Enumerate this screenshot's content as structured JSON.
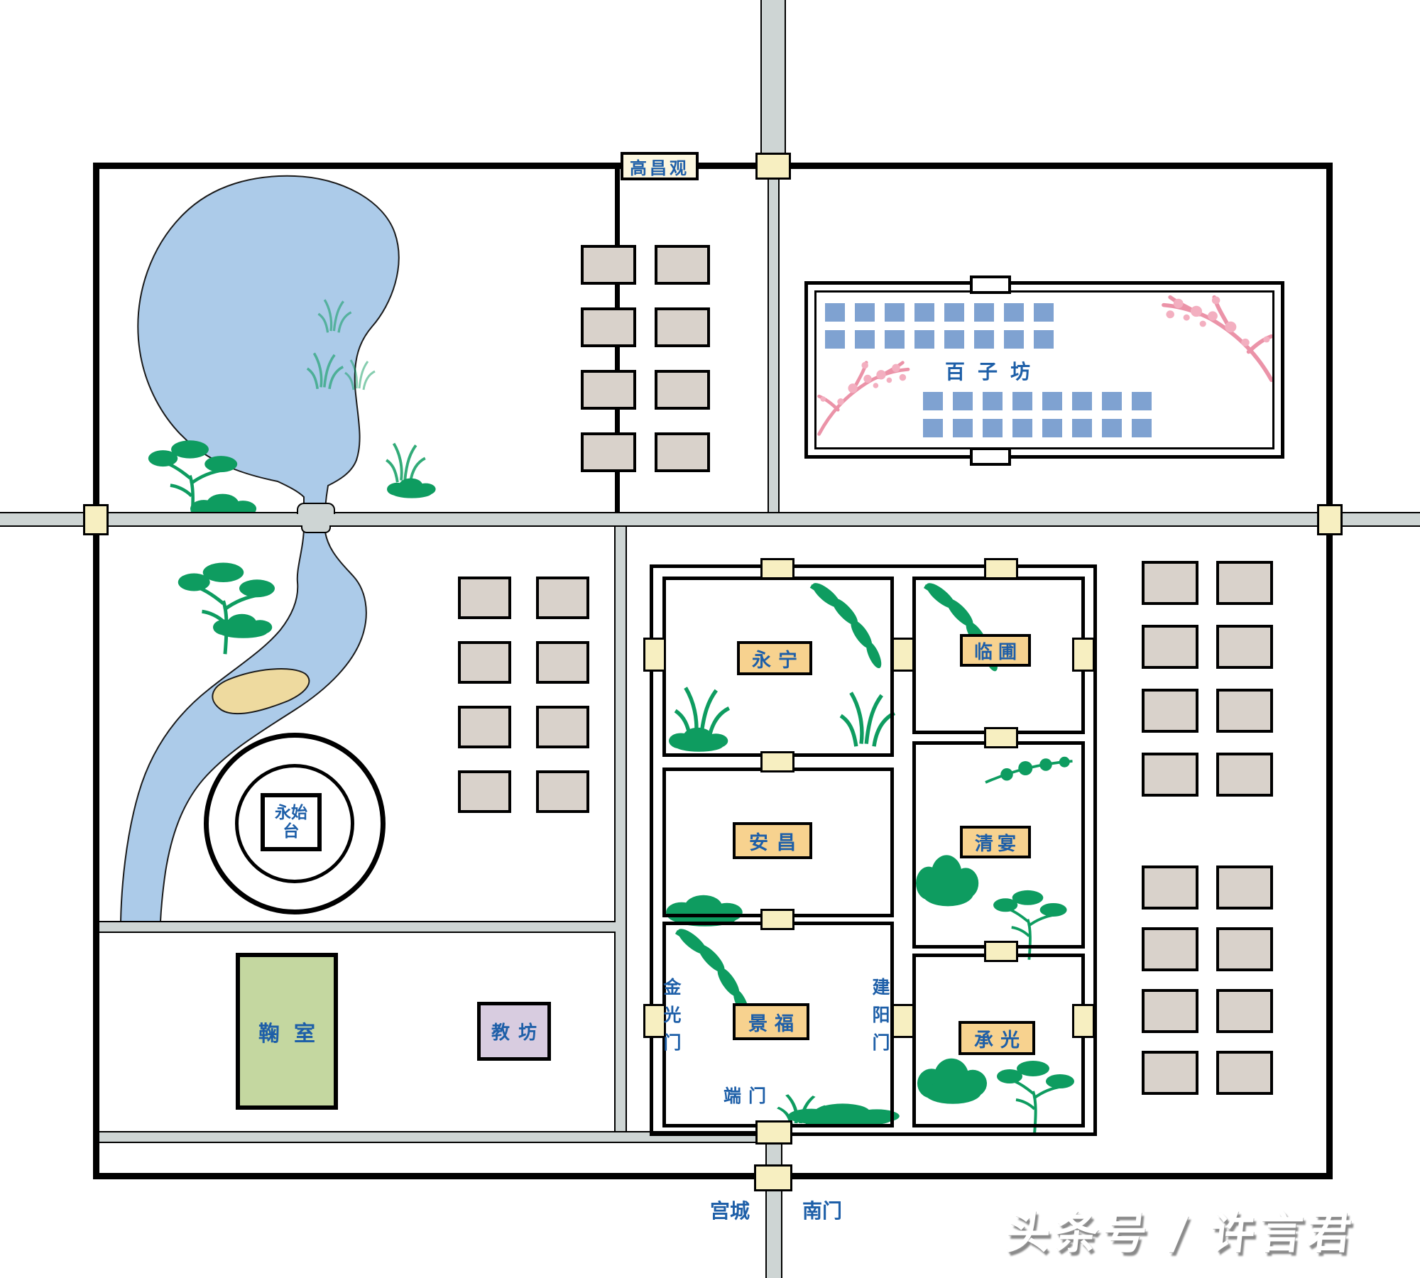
{
  "colors": {
    "road": "#ced5d4",
    "wall": "#000000",
    "gate_fill": "#f7efc1",
    "label_box": "#f7d28f",
    "text_blue": "#1e5fa8",
    "building_gray": "#d9d2cb",
    "building_blue": "#7fa2d1",
    "lake_blue": "#accbe9",
    "island_tan": "#eeda9f",
    "jushi_green": "#c4d7a0",
    "jiaofang_purple": "#d8cce0",
    "plant_green": "#0e9c60",
    "plum_pink": "#f3afc0",
    "plum_deep": "#eb93a8",
    "watermark_gray": "#8a8a8a"
  },
  "outer": {
    "north_wall_label": "高昌观",
    "south_gate_label_left": "宫城",
    "south_gate_label_right": "南门"
  },
  "baizifang": {
    "label": "百子坊"
  },
  "yongshitai": {
    "line1": "永始",
    "line2": "台"
  },
  "courtyards": {
    "yongning": "永宁",
    "linpu": "临圃",
    "anchang": "安昌",
    "qingyan": "清宴",
    "jingfu": "景福",
    "chengguang": "承光"
  },
  "gate_labels": {
    "jinguangmen": "金光门",
    "jianyangmen": "建阳门",
    "duanmen": "端门"
  },
  "buildings": {
    "jushi": "鞠室",
    "jiaofang": "教坊"
  },
  "grids": {
    "north_gray": {
      "rows": 4,
      "cols": 2
    },
    "west_gray": {
      "rows": 4,
      "cols": 2
    },
    "east_gray_top": {
      "rows": 4,
      "cols": 2
    },
    "east_gray_bottom": {
      "rows": 4,
      "cols": 2
    },
    "baizifang_top": {
      "rows": 2,
      "cols": 8
    },
    "baizifang_bottom": {
      "rows": 2,
      "cols": 8
    }
  },
  "watermark": "头条号 / 许言君"
}
